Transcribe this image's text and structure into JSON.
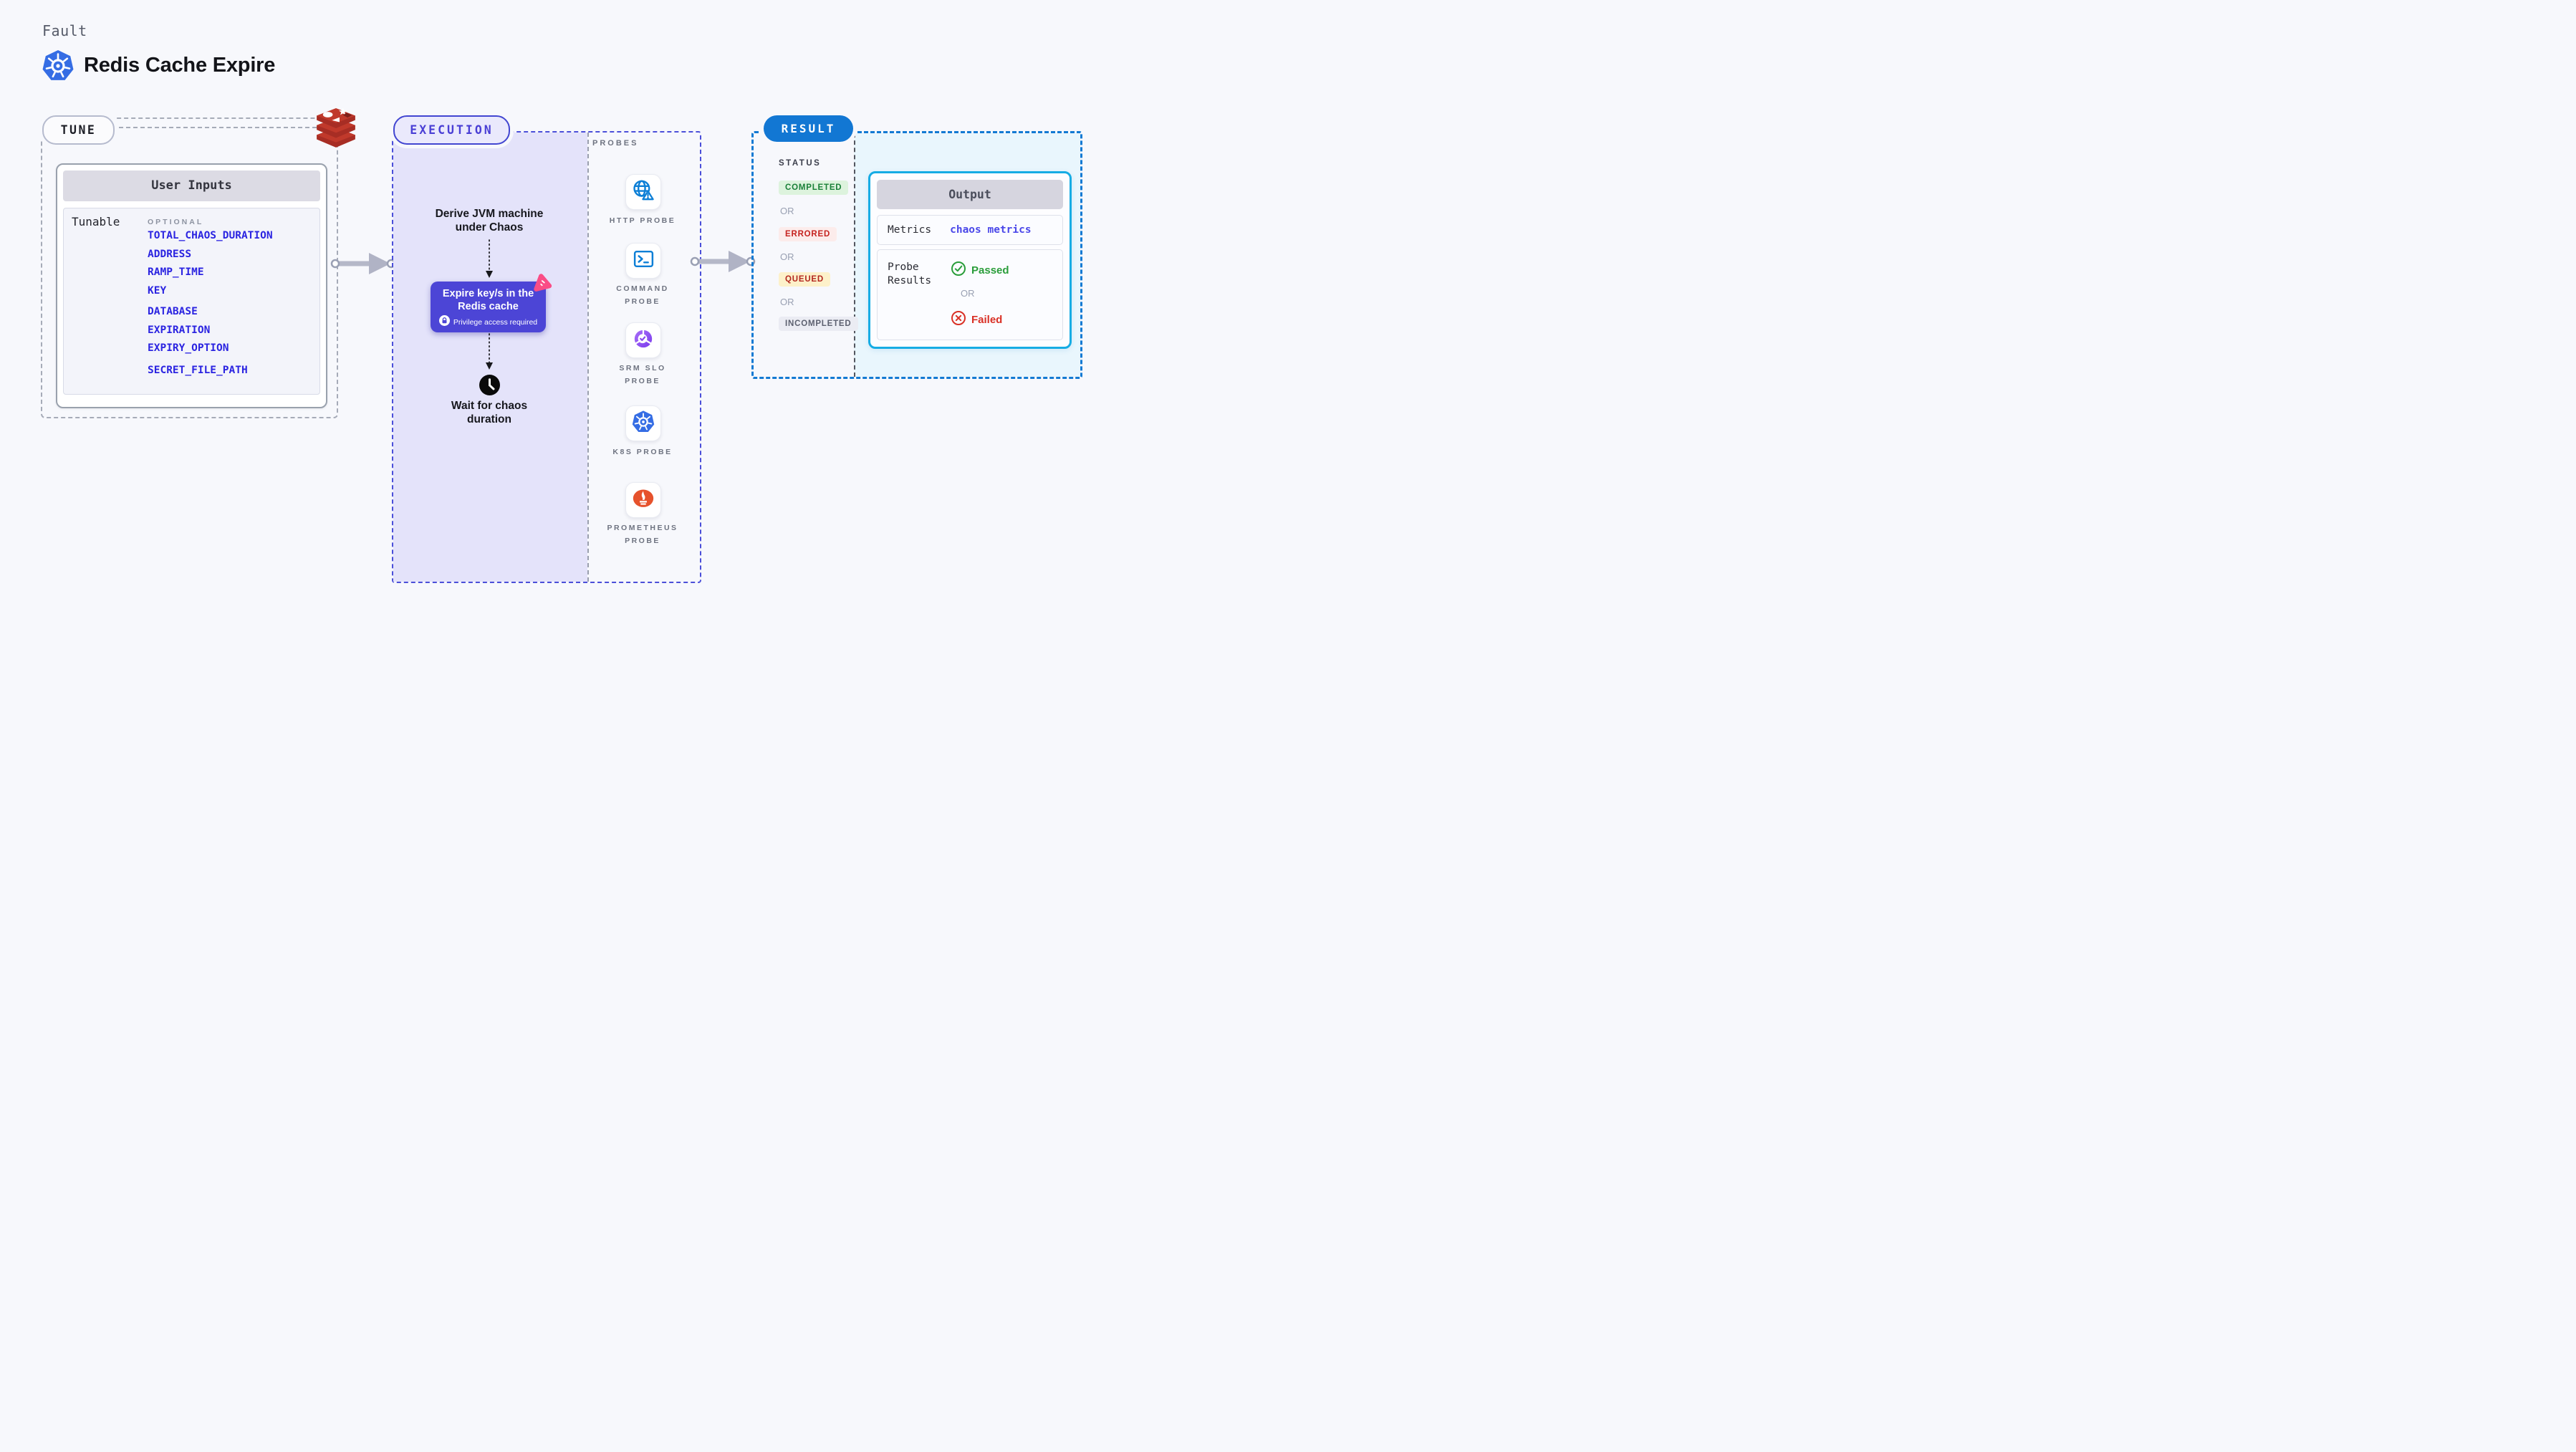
{
  "header": {
    "kicker": "Fault",
    "title": "Redis Cache Expire",
    "title_icon": "kubernetes-icon"
  },
  "tune": {
    "pill": "TUNE",
    "target_icon": "redis-icon",
    "card": {
      "title": "User Inputs",
      "row_label": "Tunable",
      "group_label": "OPTIONAL",
      "params": [
        "TOTAL_CHAOS_DURATION",
        "ADDRESS",
        "RAMP_TIME",
        "KEY",
        "DATABASE",
        "EXPIRATION",
        "EXPIRY_OPTION",
        "SECRET_FILE_PATH"
      ]
    }
  },
  "execution": {
    "pill": "EXECUTION",
    "derive_line1": "Derive JVM machine",
    "derive_line2": "under Chaos",
    "action_line1": "Expire key/s in the",
    "action_line2": "Redis cache",
    "action_badge": "Privilege access required",
    "wait_line1": "Wait for chaos",
    "wait_line2": "duration"
  },
  "probes": {
    "label": "PROBES",
    "items": [
      {
        "icon": "http-probe-icon",
        "line1": "HTTP PROBE",
        "line2": ""
      },
      {
        "icon": "command-probe-icon",
        "line1": "COMMAND",
        "line2": "PROBE"
      },
      {
        "icon": "srm-slo-probe-icon",
        "line1": "SRM SLO",
        "line2": "PROBE"
      },
      {
        "icon": "k8s-probe-icon",
        "line1": "K8S PROBE",
        "line2": ""
      },
      {
        "icon": "prometheus-probe-icon",
        "line1": "PROMETHEUS",
        "line2": "PROBE"
      }
    ]
  },
  "result": {
    "pill": "RESULT",
    "status_heading": "STATUS",
    "or_label": "OR",
    "statuses": [
      {
        "label": "COMPLETED",
        "tone": "green"
      },
      {
        "label": "ERRORED",
        "tone": "red"
      },
      {
        "label": "QUEUED",
        "tone": "yellow"
      },
      {
        "label": "INCOMPLETED",
        "tone": "gray"
      }
    ],
    "output": {
      "title": "Output",
      "metrics_label": "Metrics",
      "metrics_value": "chaos metrics",
      "probe_results_line1": "Probe",
      "probe_results_line2": "Results",
      "passed": "Passed",
      "or": "OR",
      "failed": "Failed"
    }
  },
  "colors": {
    "page_bg": "#f7f8fc",
    "accent_indigo": "#4c45d6",
    "accent_blue": "#1277d3",
    "accent_cyan": "#16ace4",
    "param_link_blue": "#2b24e1",
    "lavender_panel": "#e4e3fa",
    "result_panel_bg": "#e9f6fd",
    "redis_red": "#b8342a",
    "kubernetes_blue": "#356de4",
    "prometheus_orange": "#e6522c",
    "chaos_pink": "#fa4d86",
    "passed_green": "#2a9d3a",
    "failed_red": "#d93025"
  }
}
